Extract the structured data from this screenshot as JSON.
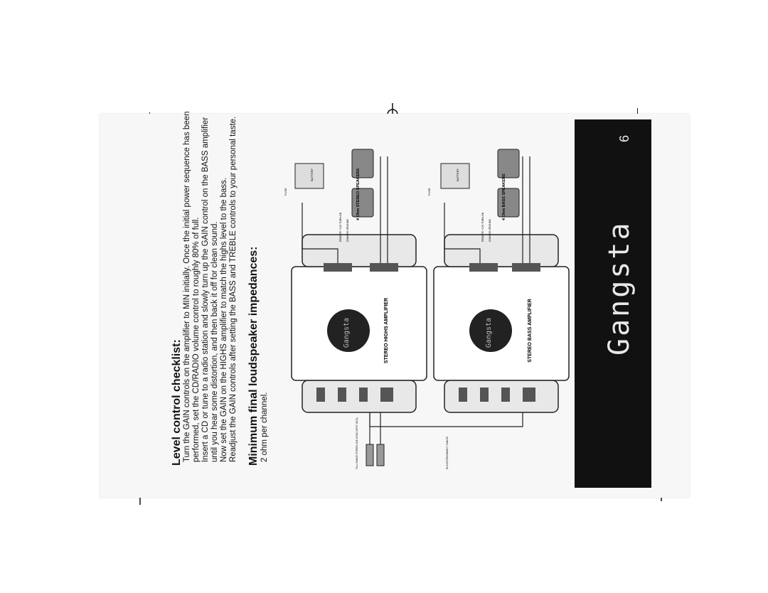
{
  "page": {
    "brand": "Gangsta",
    "page_number": "6"
  },
  "checklist": {
    "title": "Level control checklist:",
    "lines": [
      "Turn the GAIN controls on the amplifier to MIN initially. Once the initial power sequence has been",
      "performed, set the CD/RADIO volume control to roughly 80% of full.",
      "Insert a CD or tune to a radio station and slowly turn up the GAIN control on the BASS amplifier",
      "until you hear some distortion, and then back it off for clean sound.",
      "Now set the GAIN on the HIGHS amplifier to match the highs level to the bass.",
      "Readjust the GAIN controls after setting the BASS and TREBLE controls to your personal taste."
    ]
  },
  "impedance": {
    "title": "Minimum final loudspeaker impedances:",
    "value": "2 ohm per channel."
  },
  "diagram": {
    "highs_amp_label": "STEREO HIGHS AMPLIFIER",
    "bass_amp_label": "STEREO BASS AMPLIFIER",
    "stereo_speakers_label": "4 Ohm STEREO SPEAKERS",
    "bass_speakers_label": "4 Ohm BASS SPEAKERS",
    "fuse_label": "FUSE",
    "remote_label": "REMOTE +12V TURN-ON",
    "ground_label": "CHASSIS GROUND",
    "input_label": "FULL RANGE STEREO LINE LEVEL INPUT (RCA)",
    "interconnect_label": "RCA INTERCONNECT CABLES",
    "battery_label": "BATTERY",
    "logo_text": "Gangsta"
  }
}
